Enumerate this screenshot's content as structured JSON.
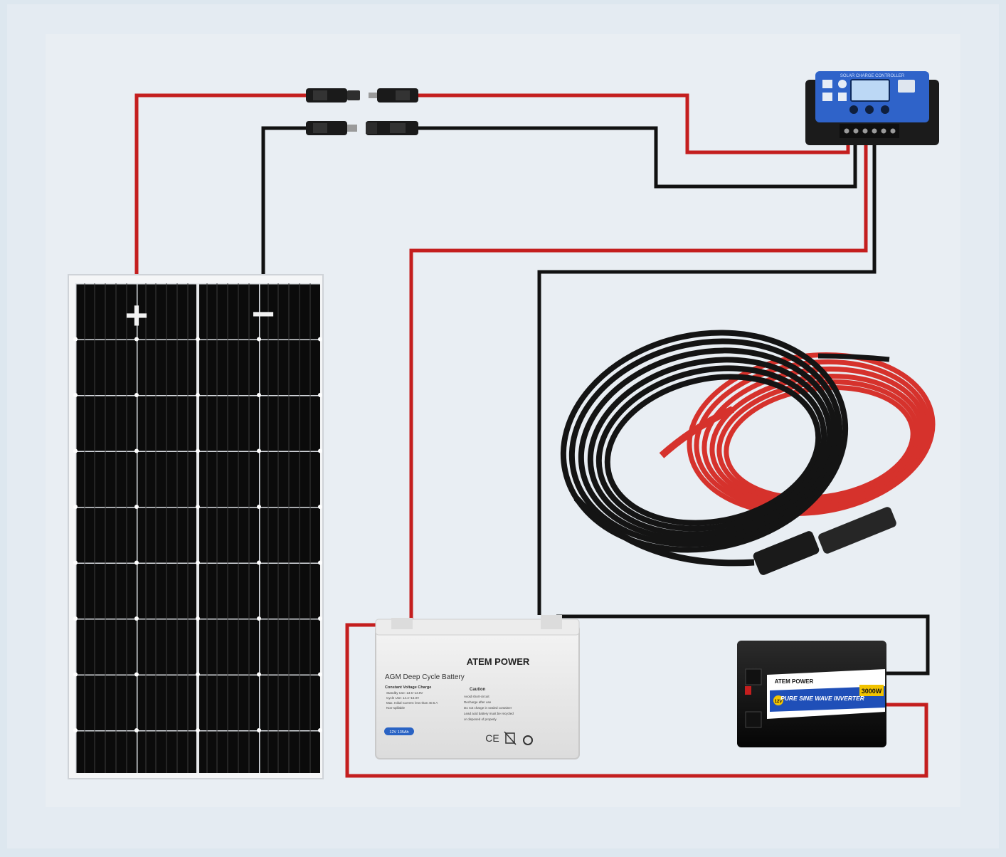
{
  "panel": {
    "positive_mark": "+",
    "negative_mark": "−"
  },
  "controller": {
    "header_text": "SOLAR CHARGE CONTROLLER"
  },
  "battery": {
    "brand": "ATEM POWER",
    "title": "AGM Deep Cycle Battery",
    "charge_heading": "Constant Voltage Charge",
    "charge_lines": [
      "Standby Use: 13.5~13.8V",
      "Cycle Use: 14.4~15.0V",
      "Max. Initial Current: less than 40.5 A",
      "Non-spillable"
    ],
    "caution_heading": "Caution",
    "caution_lines": [
      "Avoid short-circuit",
      "Recharge after use",
      "Do not charge in sealed container",
      "Lead acid battery must be recycled",
      "or disposed of properly"
    ],
    "rating_badge": "12V 135Ah",
    "marks": "CE"
  },
  "inverter": {
    "brand": "ATEM POWER",
    "voltage_badge": "12V",
    "product_name": "PURE SINE WAVE INVERTER",
    "power_rating": "3000W"
  },
  "colors": {
    "positive_wire": "#c41e1e",
    "negative_wire": "#111111",
    "background_outer": "#dde7ef",
    "background_inner": "#e8eef3",
    "controller_blue": "#2f63c9",
    "inverter_blue": "#1f4fb8",
    "inverter_yellow": "#f2c300"
  }
}
